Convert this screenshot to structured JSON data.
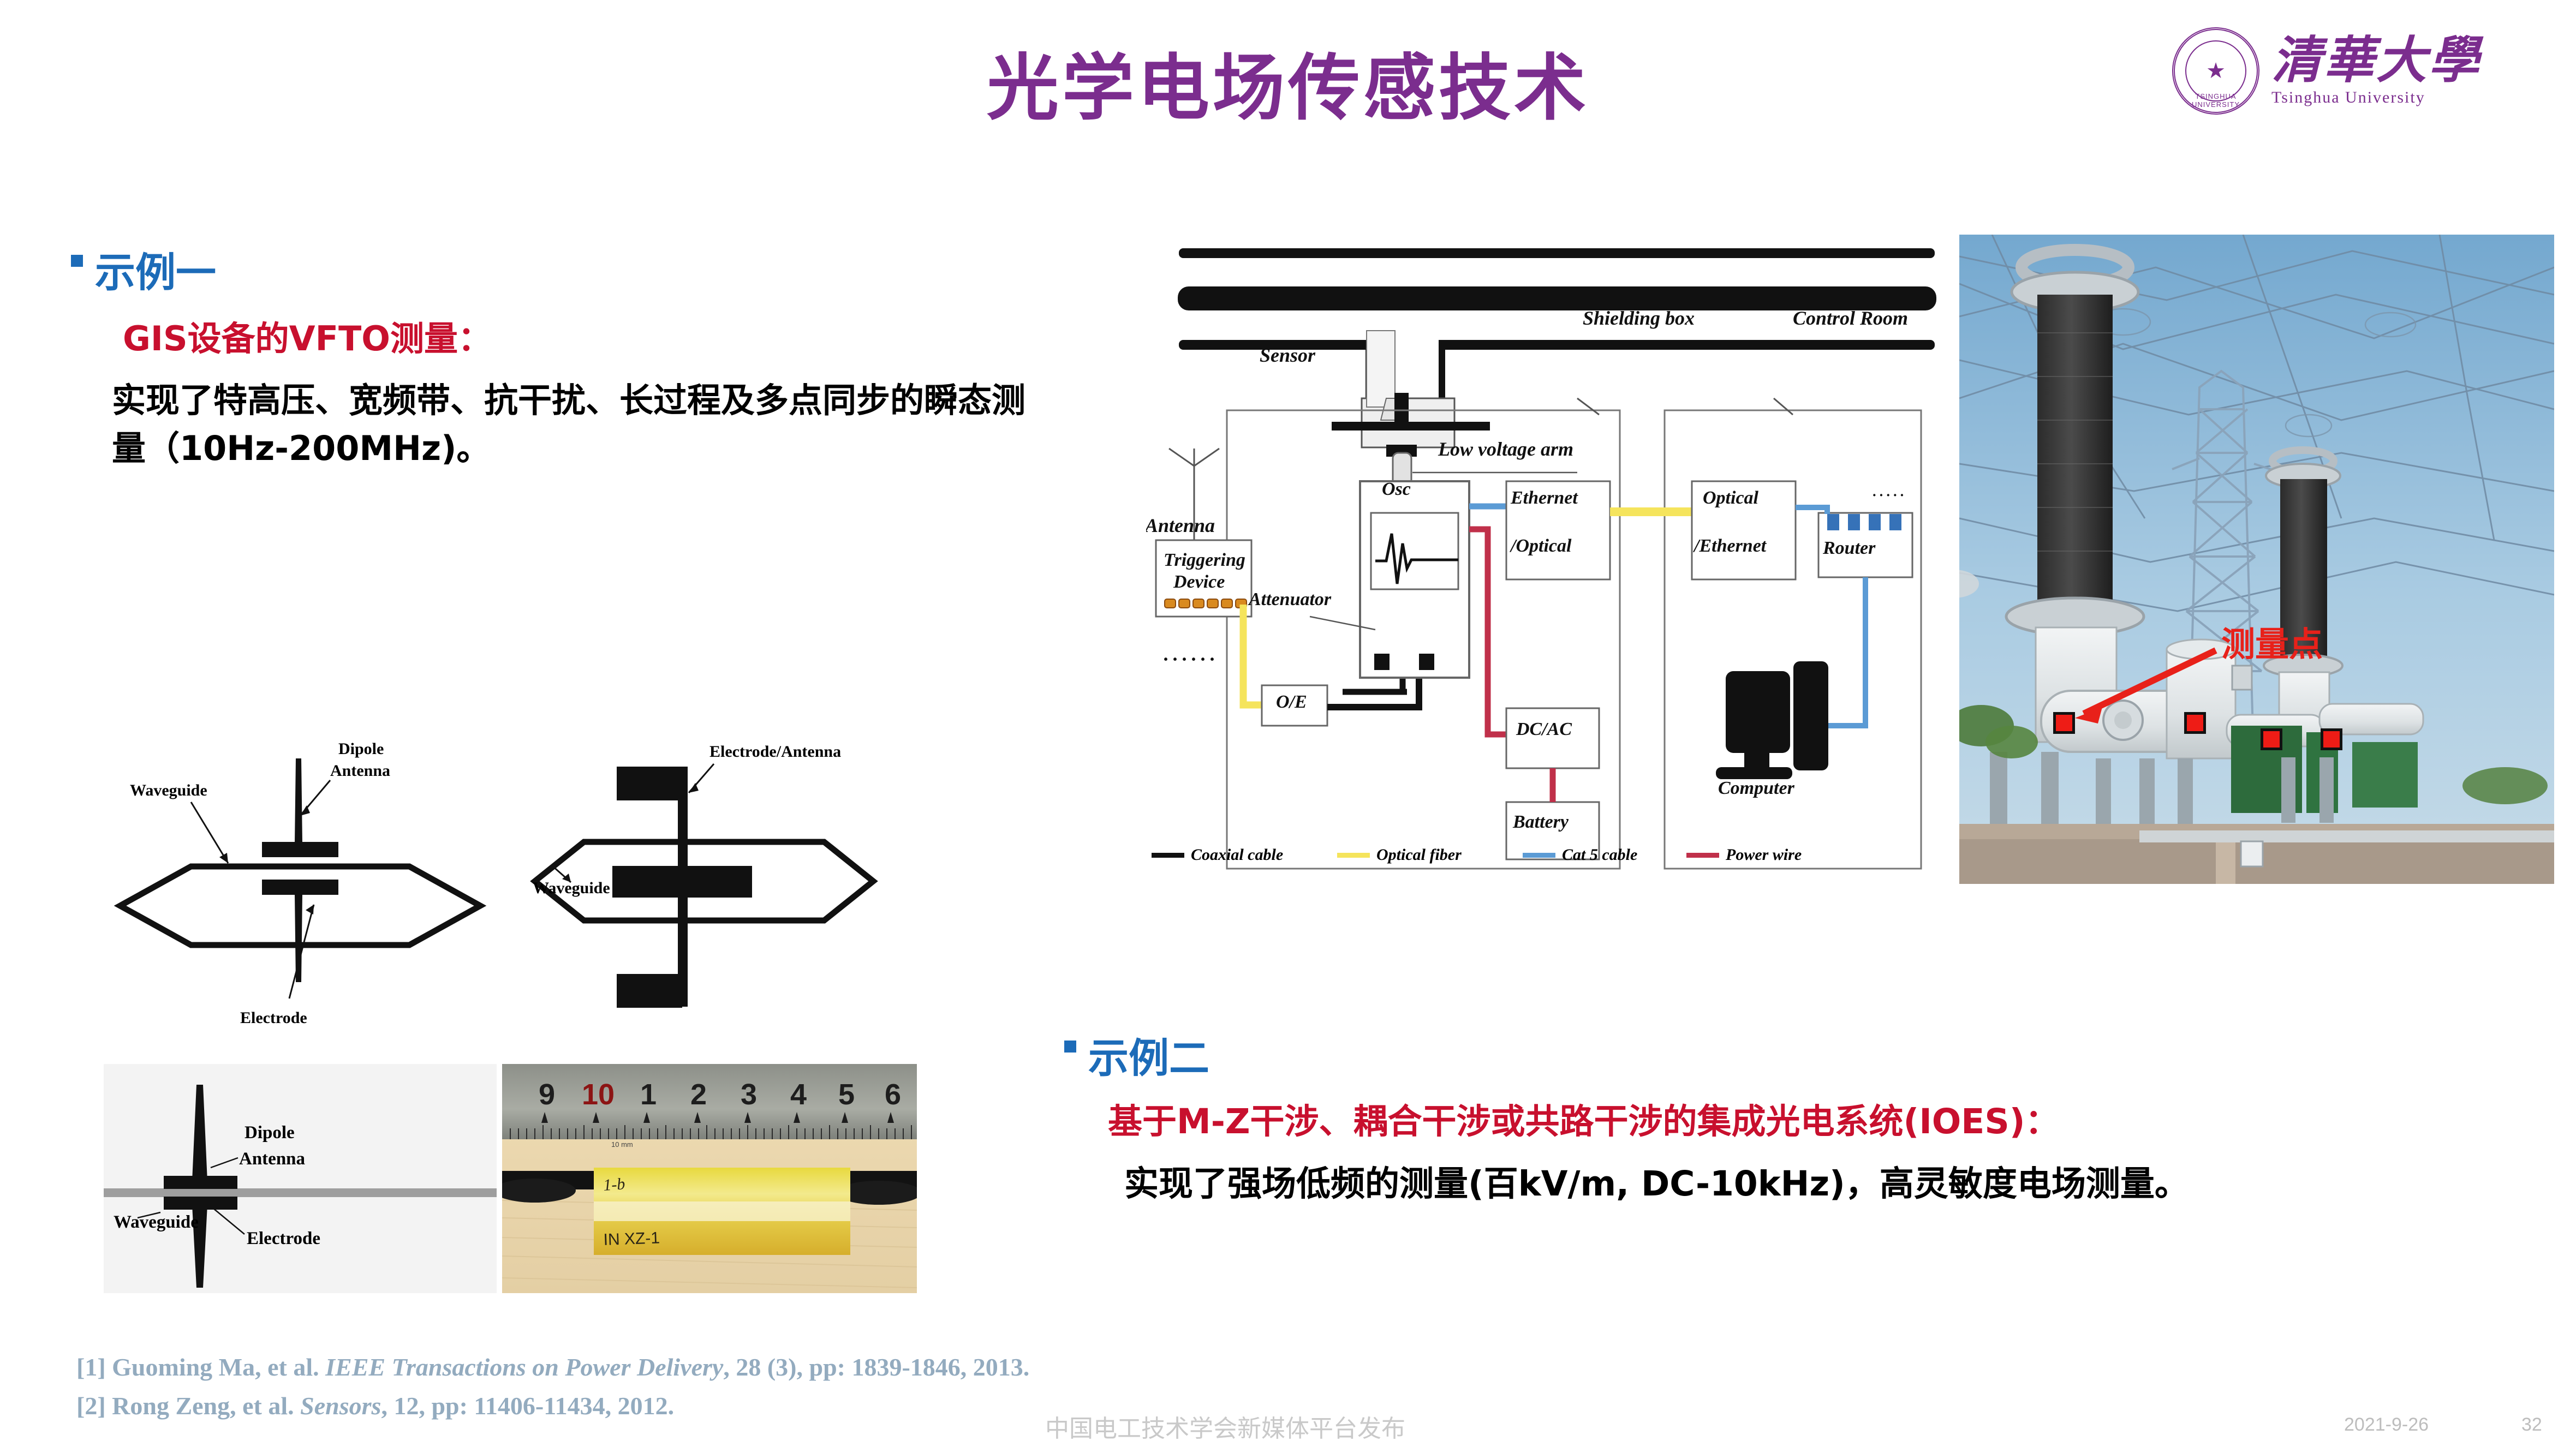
{
  "slide": {
    "title": "光学电场传感技术"
  },
  "logo": {
    "seal_text": "TSINGHUA UNIVERSITY",
    "seal_star_icon": "star-icon",
    "name_cn": "清華大學",
    "name_en": "Tsinghua University",
    "brand_color": "#7B2D8E"
  },
  "example_one": {
    "heading": "示例一",
    "subtitle": "GIS设备的VFTO测量：",
    "body": "实现了特高压、宽频带、抗干扰、长过程及多点同步的瞬态测量（10Hz-200MHz)。",
    "heading_color": "#1C6BB8",
    "subtitle_color": "#C8102E"
  },
  "example_two": {
    "heading": "示例二",
    "subtitle": "基于M-Z干涉、耦合干涉或共路干涉的集成光电系统(IOES)：",
    "body": "实现了强场低频的测量(百kV/m, DC-10kHz)，高灵敏度电场测量。",
    "heading_color": "#1C6BB8",
    "subtitle_color": "#C8102E"
  },
  "waveguide_left": {
    "labels": {
      "waveguide": "Waveguide",
      "dipole_antenna": "Dipole\nAntenna",
      "dipole_line1": "Dipole",
      "dipole_line2": "Antenna",
      "electrode": "Electrode"
    }
  },
  "waveguide_right": {
    "labels": {
      "waveguide": "Waveguide",
      "electrode_antenna": "Electrode/Antenna"
    }
  },
  "gray_panel": {
    "labels": {
      "dipole_line1": "Dipole",
      "dipole_line2": "Antenna",
      "waveguide": "Waveguide",
      "electrode": "Electrode"
    }
  },
  "ruler_photo": {
    "tick_labels": [
      "9",
      "10",
      "1",
      "2",
      "3",
      "4",
      "5",
      "6"
    ],
    "highlight_tick": "10",
    "device_marking_top": "1-b",
    "device_marking_bottom": "IN    XZ-1"
  },
  "schematic": {
    "labels": {
      "sensor": "Sensor",
      "shielding_box": "Shielding box",
      "control_room": "Control Room",
      "low_voltage_arm": "Low voltage arm",
      "antenna": "Antenna",
      "triggering_device_l1": "Triggering",
      "triggering_device_l2": "Device",
      "attenuator": "Attenuator",
      "osc": "Osc",
      "oe": "O/E",
      "ethernet_optical_l1": "Ethernet",
      "ethernet_optical_l2": "/Optical",
      "dc_ac": "DC/AC",
      "battery": "Battery",
      "optical_ethernet_l1": "Optical",
      "optical_ethernet_l2": "/Ethernet",
      "router": "Router",
      "computer": "Computer",
      "ellipsis_left": "· · · · · ·",
      "ellipsis_right": "· · · · ·"
    },
    "legend": [
      {
        "label": "Coaxial cable",
        "color": "#111111"
      },
      {
        "label": "Optical fiber",
        "color": "#F5E45C"
      },
      {
        "label": "Cat 5 cable",
        "color": "#5B9BD5"
      },
      {
        "label": "Power wire",
        "color": "#C0304A"
      }
    ]
  },
  "substation_photo": {
    "annotation": "测量点",
    "annotation_color": "#E8211A",
    "marker_count": 4
  },
  "references": [
    {
      "prefix": "[1] Guoming Ma, et al. ",
      "italic": "IEEE Transactions on Power Delivery",
      "suffix": ", 28 (3), pp: 1839-1846, 2013."
    },
    {
      "prefix": "[2] Rong Zeng, et al. ",
      "italic": "Sensors",
      "suffix": ", 12, pp: 11406-11434, 2012."
    }
  ],
  "footer": {
    "note": "中国电工技术学会新媒体平台发布",
    "date": "2021-9-26",
    "page": "32"
  }
}
